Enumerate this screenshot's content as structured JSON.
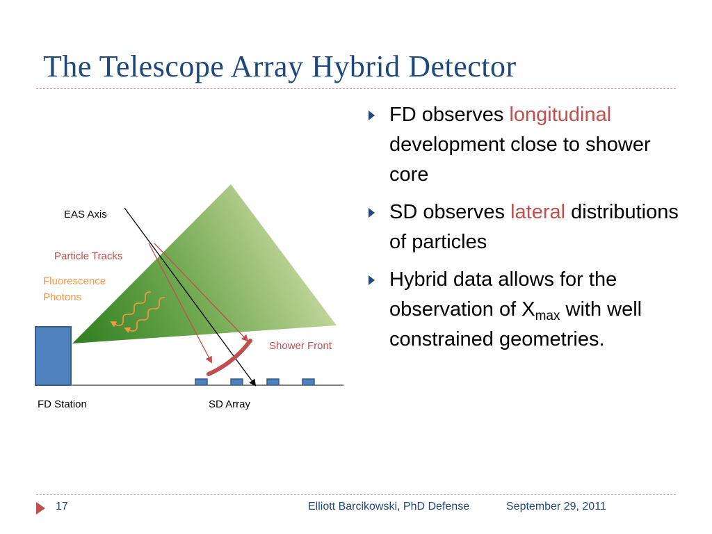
{
  "title": "The Telescope Array Hybrid Detector",
  "bullets": [
    {
      "before": "FD observes ",
      "highlight": "longitudinal",
      "after": " development close to shower core"
    },
    {
      "before": "SD observes ",
      "highlight": "lateral",
      "after": " distributions of particles"
    },
    {
      "before": "Hybrid data allows for the observation of X",
      "subscript": "max",
      "after": " with well constrained geometries."
    }
  ],
  "diagram": {
    "eas_axis_label": "EAS Axis",
    "particle_tracks_label": "Particle Tracks",
    "fluorescence_label_line1": "Fluorescence",
    "fluorescence_label_line2": "Photons",
    "shower_front_label": "Shower Front",
    "fd_station_label": "FD Station",
    "sd_array_label": "SD Array",
    "colors": {
      "fd_station": "#4f81bd",
      "fd_station_border": "#385d8a",
      "tracks": "#c0504d",
      "photons": "#f79646",
      "fov_dark": "#2d7e1f",
      "fov_light": "#c3d69b",
      "title": "#1f497d"
    }
  },
  "footer": {
    "slide_number": "17",
    "author": "Elliott Barcikowski, PhD Defense",
    "date": "September 29, 2011"
  }
}
